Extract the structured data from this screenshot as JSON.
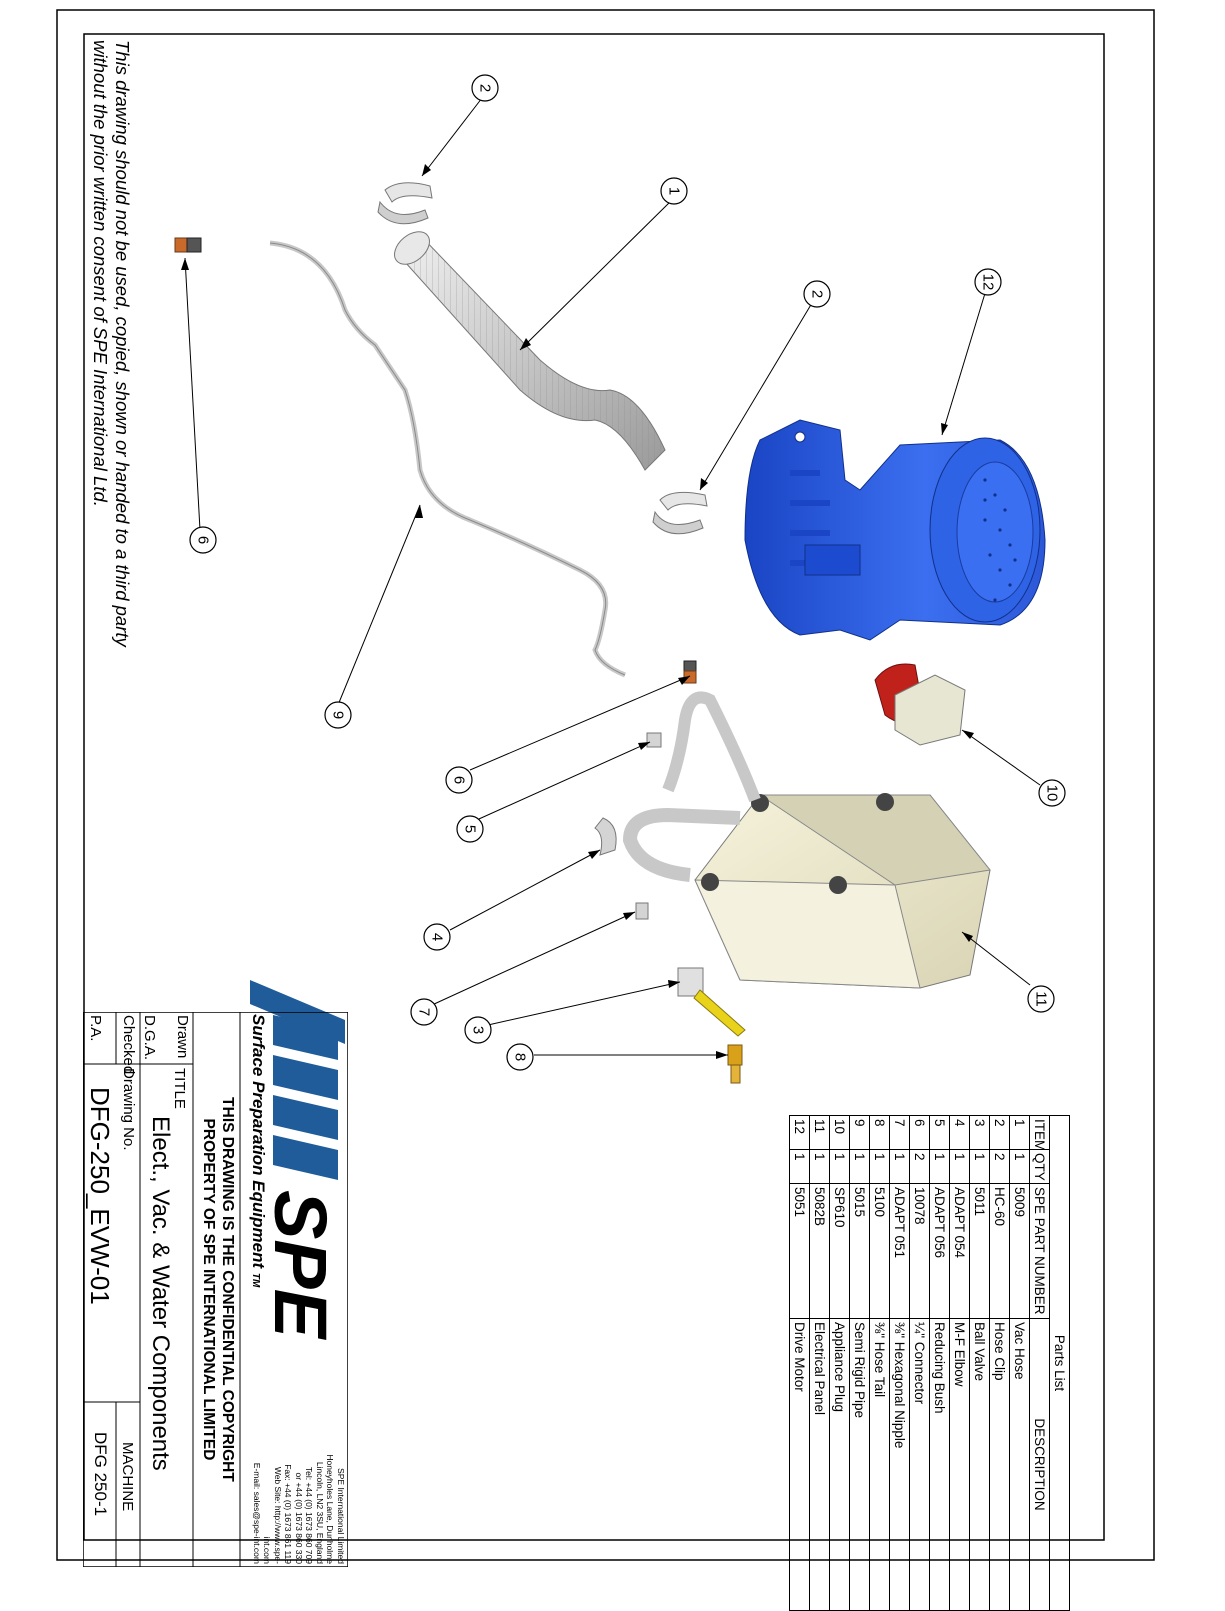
{
  "notice": {
    "line1": "This drawing should not be used, copied, shown or handed to a third party",
    "line2": "without the prior written consent of SPE International Ltd."
  },
  "balloons": [
    "1",
    "2",
    "2",
    "3",
    "4",
    "5",
    "6",
    "6",
    "7",
    "8",
    "9",
    "10",
    "11",
    "12"
  ],
  "parts_list": {
    "caption": "Parts List",
    "headers": [
      "ITEM",
      "QTY",
      "SPE PART NUMBER",
      "DESCRIPTION"
    ],
    "rows": [
      [
        "1",
        "1",
        "5009",
        "Vac Hose"
      ],
      [
        "2",
        "2",
        "HC-60",
        "Hose Clip"
      ],
      [
        "3",
        "1",
        "5011",
        "Ball Valve"
      ],
      [
        "4",
        "1",
        "ADAPT 054",
        "M-F Elbow"
      ],
      [
        "5",
        "1",
        "ADAPT 056",
        "Reducing Bush"
      ],
      [
        "6",
        "2",
        "10078",
        "¼\" Connector"
      ],
      [
        "7",
        "1",
        "ADAPT 051",
        "⅜\" Hexagonal Nipple"
      ],
      [
        "8",
        "1",
        "5100",
        "⅜\" Hose Tail"
      ],
      [
        "9",
        "1",
        "5015",
        "Semi Rigid Pipe"
      ],
      [
        "10",
        "1",
        "SP610",
        "Appliance Plug"
      ],
      [
        "11",
        "1",
        "5082B",
        "Electrical Panel"
      ],
      [
        "12",
        "1",
        "5051",
        "Drive Motor"
      ]
    ]
  },
  "title_block": {
    "logo_text": "SPE",
    "tagline": "Surface Preparation Equipment",
    "tm": "TM",
    "address": [
      "SPE International Limited",
      "Honeyholes Lane, Dunholme",
      "Lincoln, LN2 3SU, England",
      "Tel: +44 (0) 1673 860 709",
      "or +44 (0) 1673 860 330",
      "Fax: +44 (0) 1673 861 119",
      "Web Site: http://www.spe-int.com",
      "E-mail: sales@spe-int.com"
    ],
    "copyright1": "THIS DRAWING IS THE CONFIDENTIAL COPYRIGHT",
    "copyright2": "PROPERTY OF SPE INTERNATIONAL LIMITED",
    "drawn_label": "Drawn",
    "drawn_by": "D.G.A.",
    "title_label": "TITLE",
    "title": "Elect., Vac. & Water Components",
    "checked_label": "Checked",
    "checked_by": "P.A.",
    "drawing_no_label": "Drawing No.",
    "drawing_no": "DFG-250_EVW-01",
    "machine_label": "MACHINE",
    "machine": "DFG 250-1"
  },
  "colors": {
    "motor": "#2e5fe0",
    "panel": "#e8e4c8",
    "hose": "#d4d4d4",
    "brass": "#d9a11a",
    "logo_blue": "#1f5c99",
    "plug_red": "#c0211a"
  }
}
